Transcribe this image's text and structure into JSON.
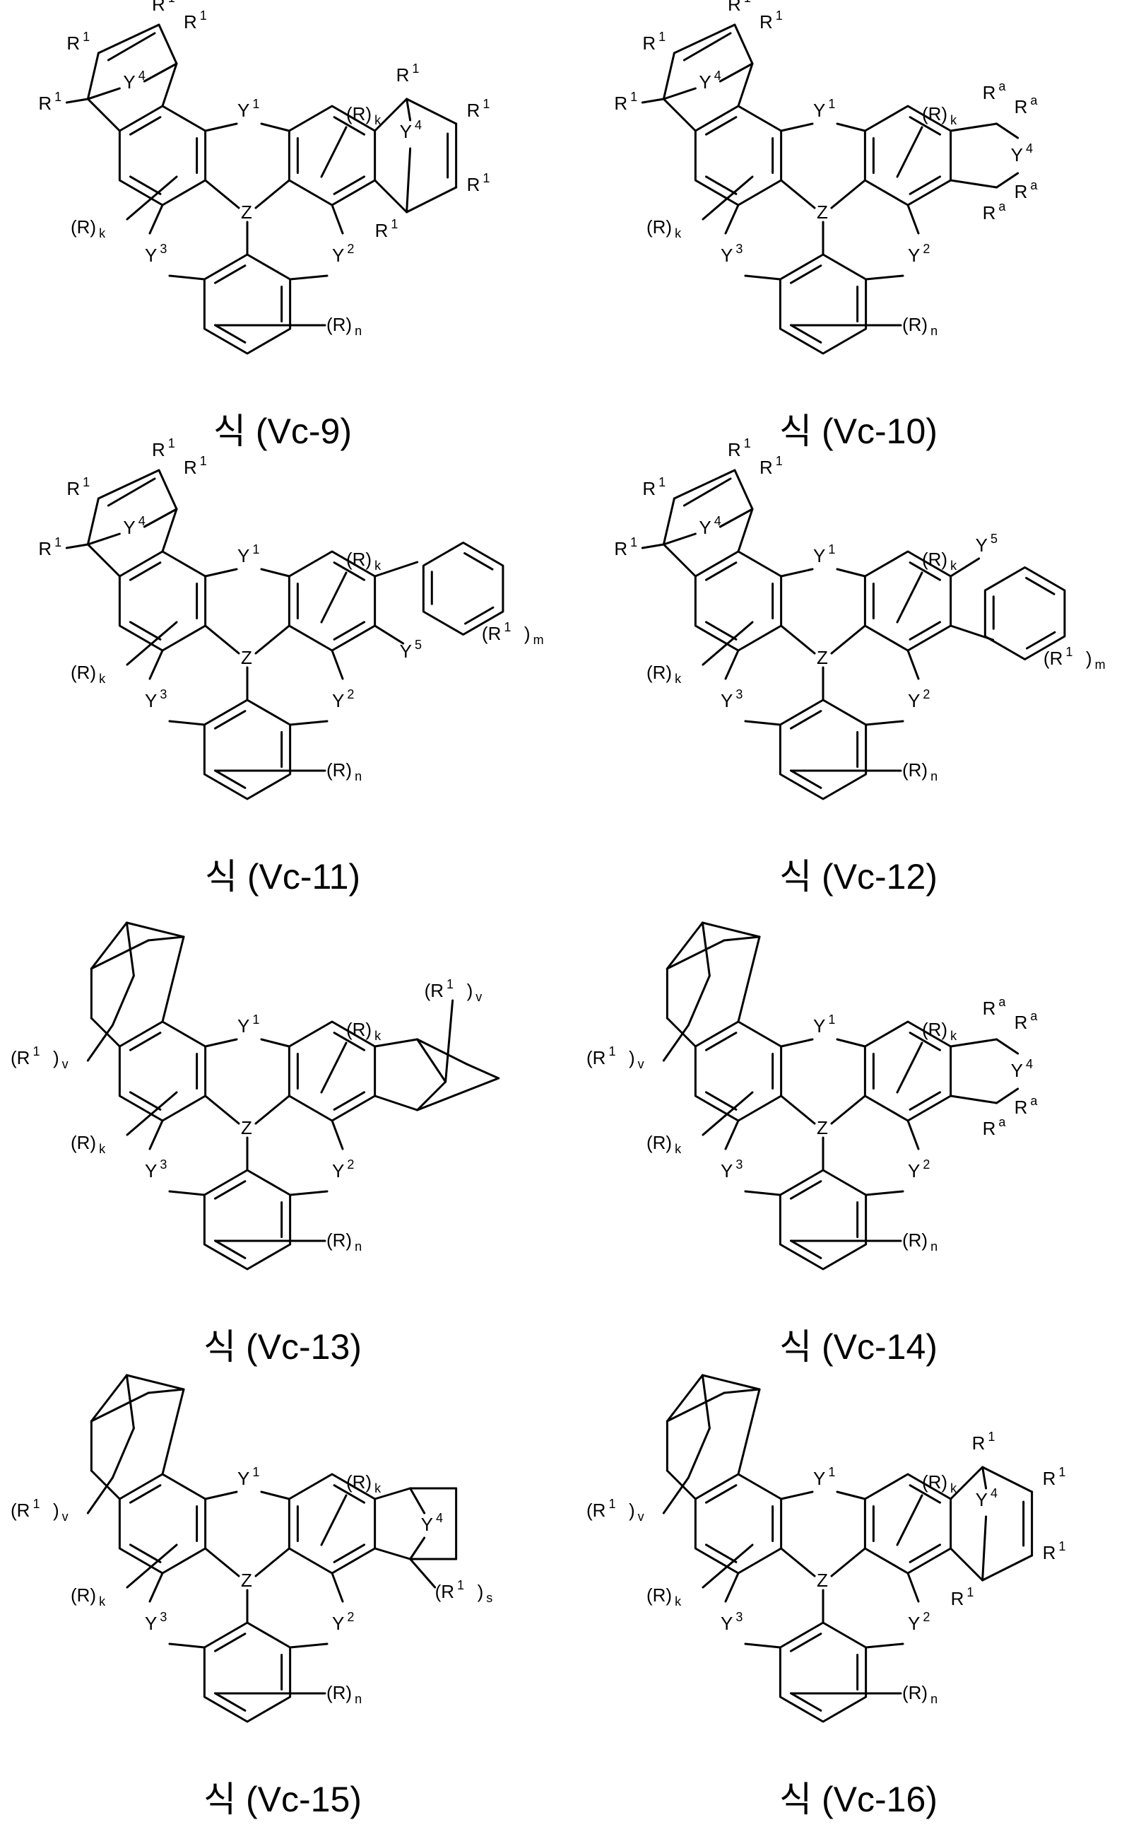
{
  "structures": [
    {
      "caption": "식 (Vc-9)",
      "variant": "cyclohexenyl-both"
    },
    {
      "caption": "식 (Vc-10)",
      "variant": "cyclohexenyl-left-ring5-right"
    },
    {
      "caption": "식 (Vc-11)",
      "variant": "cyclohexenyl-left-dibenzo-right"
    },
    {
      "caption": "식 (Vc-12)",
      "variant": "cyclohexenyl-left-dibenzo-right-alt"
    },
    {
      "caption": "식 (Vc-13)",
      "variant": "adamantyl-both"
    },
    {
      "caption": "식 (Vc-14)",
      "variant": "adamantyl-left-ring5-right"
    },
    {
      "caption": "식 (Vc-15)",
      "variant": "adamantyl-left-bicyclo-right"
    },
    {
      "caption": "식 (Vc-16)",
      "variant": "adamantyl-left-cyclohexenyl-right"
    }
  ],
  "labels": {
    "Y1": "Y",
    "Y1sup": "1",
    "Y2": "Y",
    "Y2sup": "2",
    "Y3": "Y",
    "Y3sup": "3",
    "Y4": "Y",
    "Y4sup": "4",
    "Y5": "Y",
    "Y5sup": "5",
    "Z": "Z",
    "Rk": "(R)",
    "k": "k",
    "Rn": "(R)",
    "n": "n",
    "R1": "R",
    "one": "1",
    "Ra": "R",
    "a": "a",
    "R1m": "(R",
    "R1mclose": ")",
    "m": "m",
    "v": "v",
    "s": "s"
  }
}
